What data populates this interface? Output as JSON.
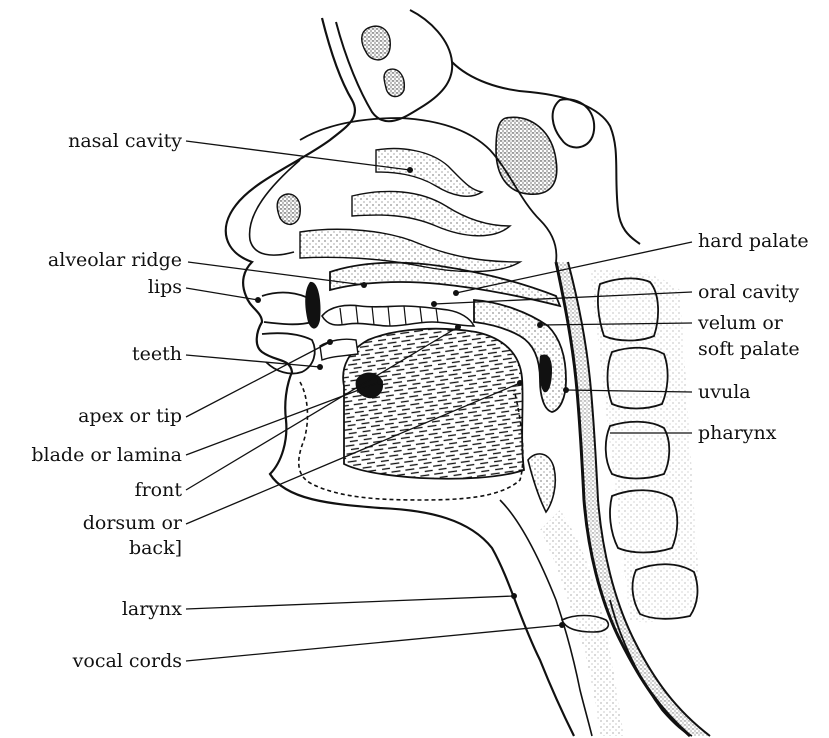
{
  "labels": {
    "nasal_cavity": "nasal cavity",
    "alveolar_ridge": "alveolar ridge",
    "lips": "lips",
    "teeth": "teeth",
    "apex": "apex or tip",
    "blade": "blade or lamina",
    "front": "front",
    "dorsum_1": "dorsum or",
    "dorsum_2": "back]",
    "larynx": "larynx",
    "vocal_cords": "vocal cords",
    "hard_palate": "hard palate",
    "oral_cavity": "oral cavity",
    "velum_1": "velum or",
    "velum_2": "soft palate",
    "uvula": "uvula",
    "pharynx": "pharynx"
  }
}
